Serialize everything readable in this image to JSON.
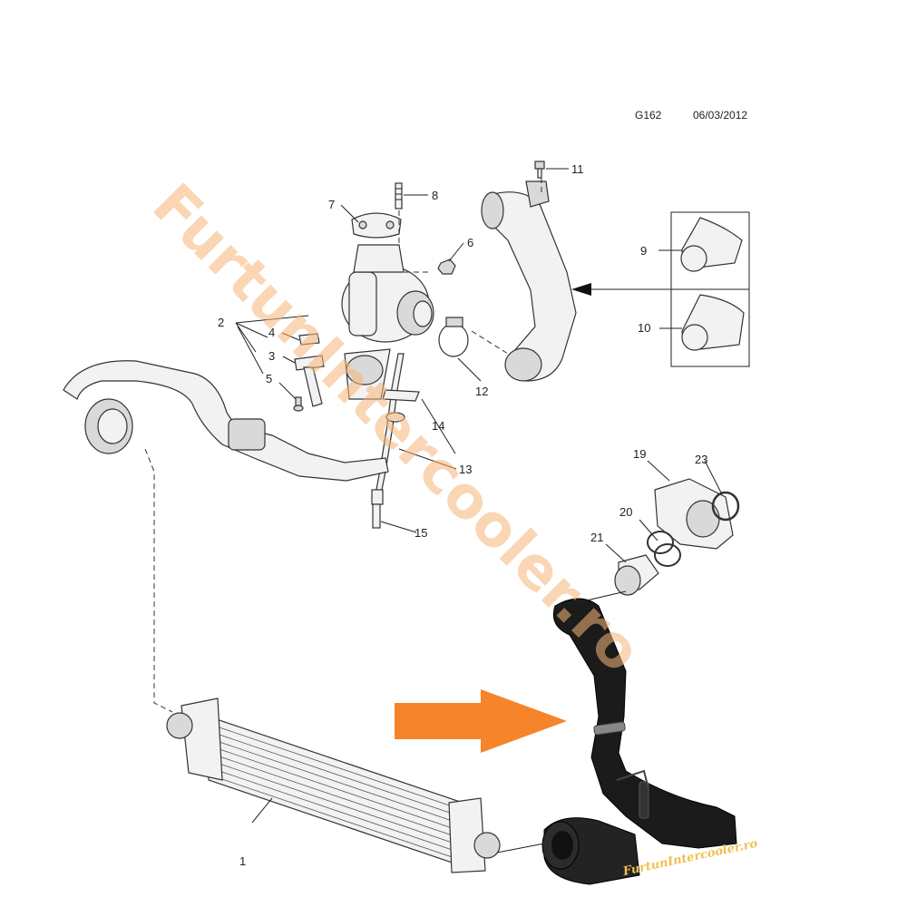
{
  "header": {
    "code": "G162",
    "date": "06/03/2012"
  },
  "callouts": [
    "1",
    "2",
    "3",
    "4",
    "5",
    "6",
    "7",
    "8",
    "9",
    "10",
    "11",
    "12",
    "13",
    "14",
    "15",
    "19",
    "20",
    "21",
    "23"
  ],
  "watermark": {
    "text": "FurtunIntercooler.ro",
    "logo_text": "FurtunIntercooler.ro"
  },
  "colors": {
    "arrow": "#f5842a",
    "watermark": "#f6b679",
    "hose": "#1b1b1b"
  }
}
